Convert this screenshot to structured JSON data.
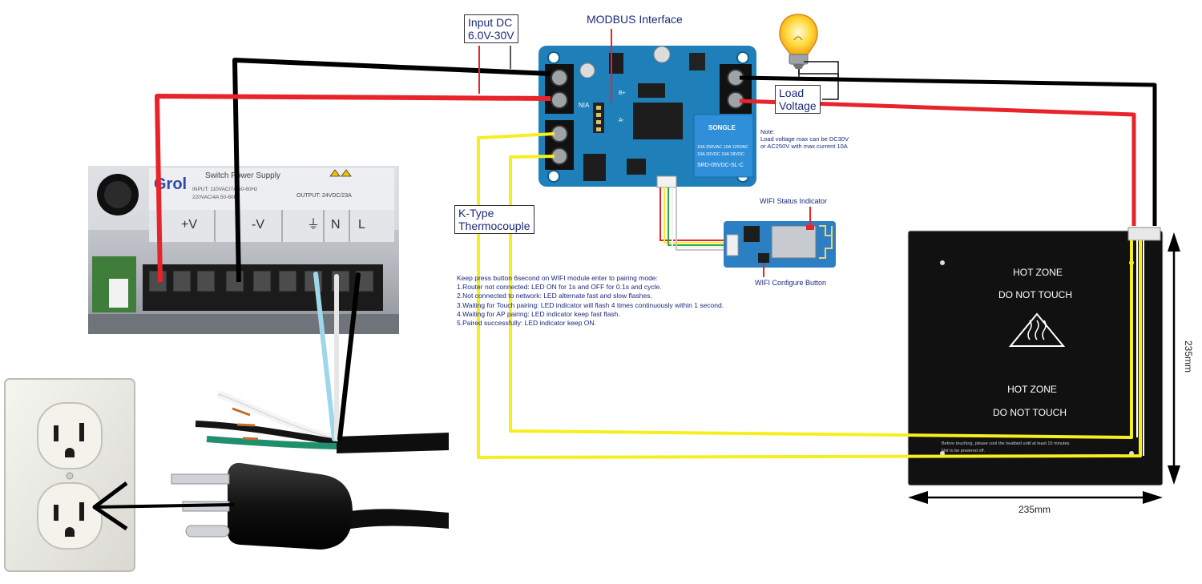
{
  "labels": {
    "input_dc_line1": "Input DC",
    "input_dc_line2": "6.0V-30V",
    "modbus": "MODBUS Interface",
    "load_line1": "Load",
    "load_line2": "Voltage",
    "note_title": "Note:",
    "note_line1": "Load voltage max can be DC30V",
    "note_line2": "or AC250V with max current 10A",
    "ktype_line1": "K-Type",
    "ktype_line2": "Thermocouple",
    "wifi_status": "WIFI Status Indicator",
    "wifi_configure": "WIFI Configure Button",
    "dim_width": "235mm",
    "dim_height": "235mm"
  },
  "pairing_notes": {
    "intro": "Keep press button 6second on WIFI module enter to pairing mode:",
    "items": [
      "1.Router not connected: LED ON for 1s and OFF for 0.1s and cycle.",
      "2.Not connected to network: LED alternate fast and slow flashes.",
      "3.Waiting for Touch pairing: LED indicator will flash 4 times continuously within 1 second.",
      "4.Waiting for AP pairing: LED indicator keep fast flash.",
      "5.Paired successfully: LED indicator keep ON."
    ]
  },
  "psu": {
    "title": "Switch Power Supply",
    "brand": "Grol",
    "spec_line1": "INPUT: 110VAC/7A 50-60Hz",
    "spec_line2": "220VAC/4A 50-60Hz",
    "output": "OUTPUT: 24VDC/23A",
    "terminals": [
      "+V",
      "-V",
      "⏚",
      "N",
      "L"
    ]
  },
  "relay": {
    "brand": "SONGLE",
    "model": "SRD-05VDC-SL-C",
    "rating1": "10A 250VAC 10A 125VAC",
    "rating2": "10A 30VDC 10A 28VDC"
  },
  "pcb_pins": [
    "NIA",
    "B+",
    "A-"
  ],
  "heatbed": {
    "hot_zone": "HOT ZONE",
    "do_not_touch": "DO NOT TOUCH",
    "hot_zone_2": "HOT ZONE",
    "do_not_touch_2": "DO NOT TOUCH",
    "warning_line1": "Before touching, please cool the heatbed until at least 15 minutes.",
    "warning_line2": "Not to be powered off."
  },
  "colors": {
    "wire_black": "#000000",
    "wire_red": "#e8232a",
    "wire_yellow": "#f6ef1e",
    "pcb_blue": "#1f7fb8",
    "relay_blue": "#2f8fd8",
    "heatbed": "#111111"
  }
}
